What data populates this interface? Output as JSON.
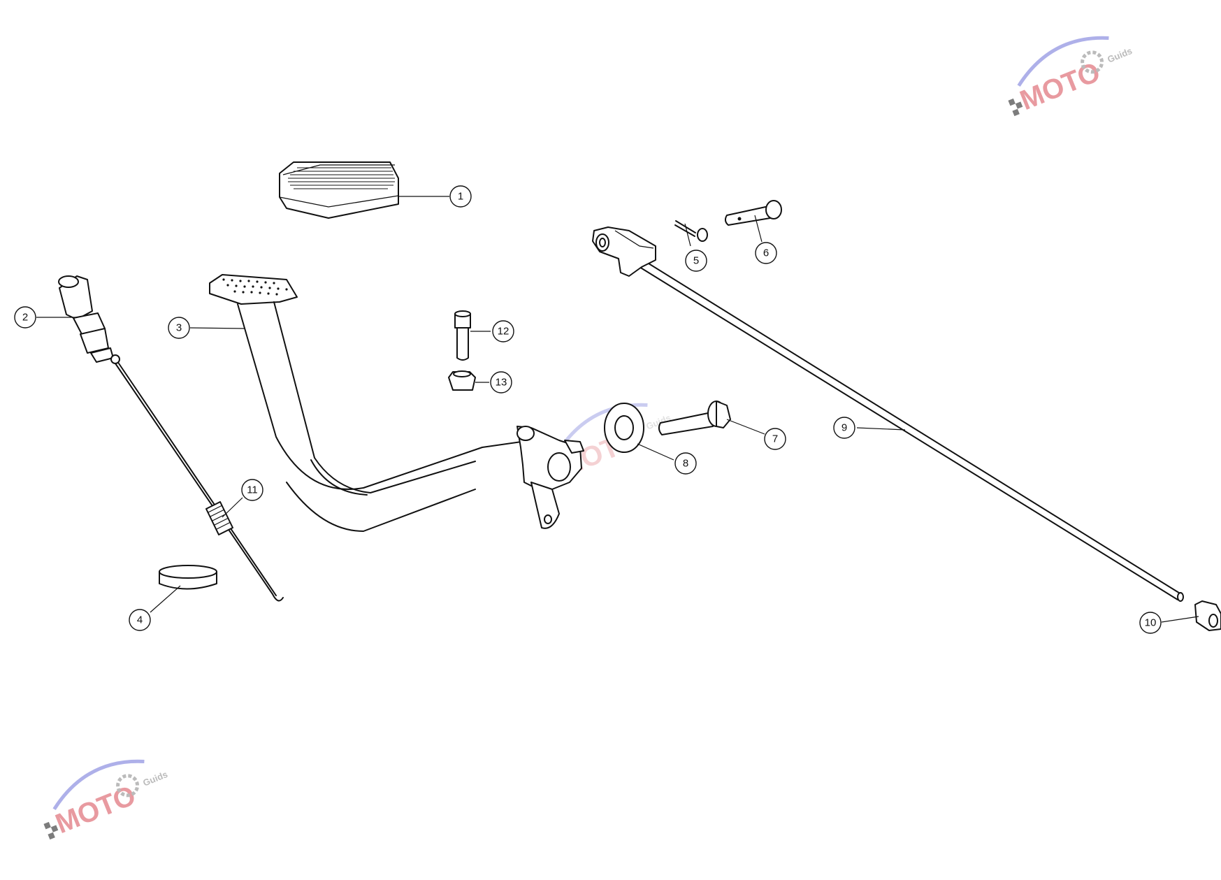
{
  "callouts": [
    "1",
    "2",
    "3",
    "4",
    "5",
    "6",
    "7",
    "8",
    "9",
    "10",
    "11",
    "12",
    "13"
  ],
  "watermark": {
    "main": "MOTO",
    "sub": "Guids",
    "colors": {
      "swoosh": "#8b8fe0",
      "letters": "#e89aa0",
      "gear": "#bbbbbb"
    }
  }
}
